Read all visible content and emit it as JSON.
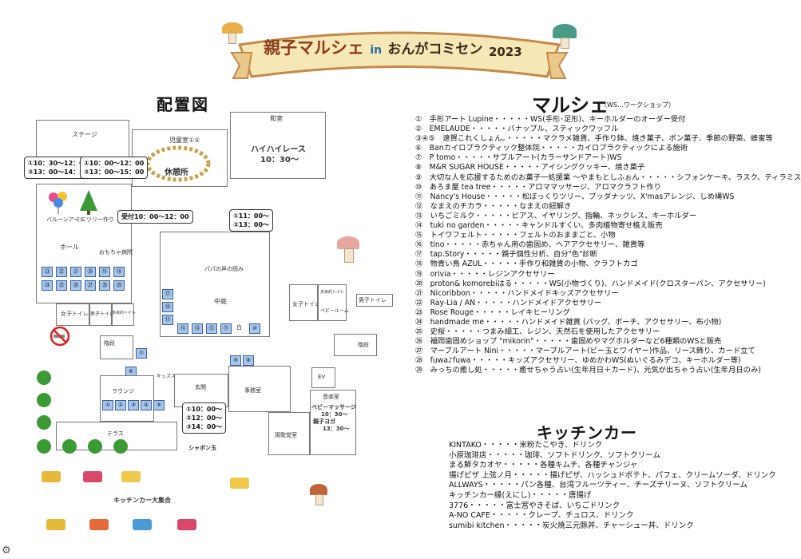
{
  "banner": {
    "title": "親子マルシェ",
    "in": "in",
    "place": "おんがコミセン",
    "year": "2023"
  },
  "map": {
    "title": "配置図",
    "rooms": {
      "stage": "ステージ",
      "washitsu": "和室",
      "jidoshitsu": "児童室①②",
      "kyukeijo": "休憩所",
      "hall": "ホール",
      "nakaniwa": "中庭",
      "joshi_toilet_l": "女子トイレ",
      "danshi_toilet_l": "男子トイレ",
      "tamokuteki_toilet": "多目的トイレ",
      "joshi_toilet_r": "女子トイレ",
      "tamokuteki_toilet_r": "多目的トイレ",
      "baby_room": "ベビールーム",
      "danshi_toilet_r": "男子トイレ",
      "kaidan_l": "階段",
      "kaidan_r": "階段",
      "lounge": "ラウンジ",
      "kids_space": "キッズスペース",
      "genkan": "玄関",
      "jimushitsu": "事務室",
      "ev": "EV",
      "ongakushitsu": "音楽室",
      "terrace": "テラス",
      "genshokan": "現歌覚室",
      "kitchen_car": "キッチンカー大集合"
    },
    "labels": {
      "balloon_art": "バルーンアート",
      "mini_tree": "ミニツリー作り",
      "omochabazaar": "おもちゃ病院",
      "hainhai_race_title": "ハイハイレース",
      "hainhai_race_time": "10：30～",
      "story_event": "パパの声の読み",
      "shabondama": "シャボン玉",
      "baby_massage_1": "ベビーマッサージ",
      "baby_massage_2": "10：30～",
      "baby_massage_3": "親子ヨガ",
      "baby_massage_4": "13：30～",
      "white_marker": "白"
    },
    "bubbles": {
      "hall_times": [
        "①10：30～12：00",
        "②13：00～14：30"
      ],
      "stage_times": [
        "①10：00～12：00",
        "②13：00～15：00"
      ],
      "reception": "受付10：00～12：00",
      "nakaniwa_times": [
        "①11：00～",
        "②13：00～"
      ],
      "terrace_times": [
        "①10：00～",
        "②12：00～",
        "③14：00～"
      ]
    },
    "hall_booths_row1": [
      "㉓",
      "㉒",
      "㉑",
      "⑳",
      "⑲",
      "⑱"
    ],
    "hall_booths_row2": [
      "㉔",
      "㉕",
      "㉖",
      "㉗",
      "㉘",
      "㉙"
    ],
    "nakaniwa_left": [
      "⑰",
      "⑯",
      "⑮"
    ],
    "nakaniwa_row": [
      "⑭",
      "⑬",
      "⑫",
      "⑪",
      "⑩"
    ],
    "nakaniwa_right": [
      "⑨",
      "⑧"
    ],
    "lounge_row": [
      "①",
      "②",
      "③",
      "④",
      "⑤"
    ],
    "single_booths": {
      "b6": "⑥",
      "b7": "⑦"
    }
  },
  "marche": {
    "title": "マルシェ",
    "subtitle": "（WS…ワークショップ）",
    "items": [
      "①　手形アート Lupine・・・・・WS(手形･足形)、キーホルダーのオーダー受付",
      "②　EMELAUDE・・・・・バナップル、スティックワッフル",
      "③④⑤　遠賀これくしょん。・・・・・マクラメ雑貨、手作り鉢、焼き菓子、ポン菓子、季節の野菜、蜂蜜等",
      "⑥　Banカイロプラクティック整体院・・・・・カイロプラクティックによる施術",
      "⑦　P tomo・・・・・サブルアート(カラーサンドアート)WS",
      "⑧　M&R SUGAR HOUSE・・・・・アイシングクッキー、焼き菓子",
      "⑨　大切な人を応援するためのお菓子一処援業 〜やまもとしふぉん・・・・・シフォンケーキ、ラスク、ティラミス",
      "⑩　あろま屋 tea tree・・・・・アロママッサージ、アロマクラフト作り",
      "⑪　Nancy's House・・・・・松ぼっくりツリー、ブッダナッツ、X'masアレンジ、しめ縄WS",
      "⑫　なまえのチカラ・・・・・なまえの紐解き",
      "⑬　いちごミルク・・・・・ピアス、イヤリング、指輪、ネックレス、キーホルダー",
      "⑭　tuki no garden・・・・・キャンドルすくい、多肉植物寄せ植え販売",
      "⑮　トイワフェルト・・・・・フェルトのおままごと、小物",
      "⑯　tino・・・・・赤ちゃん用の歯固め、ヘアアクセサリー、雑貨等",
      "⑰　tap.Story・・・・・親子個性分析、自分\"色\"診断",
      "⑱　物青い鳥 AZUL・・・・・手作り和雑貨の小物、クラフトカゴ",
      "⑲　orivia・・・・・レジンアクセサリー",
      "⑳　proton& komorebiはる・・・・・WS(小物づくり)、ハンドメイド(クロスターパン、アクセサリー)",
      "㉑　Nicoribbon・・・・・ハンドメイドキッズアクセサリー",
      "㉒　Ray-Lia / AN・・・・・ハンドメイドアクセサリー",
      "㉓　Rose Rouge・・・・・レイキヒーリング",
      "㉔　handmade me・・・・・ハンドメイド雑貨 (バッグ、ポーチ、アクセサリー、布小物)",
      "㉕　史桜・・・・・つまみ細工、レジン、天然石を使用したアクセサリー",
      "㉖　福岡歯固めショップ \"mikorin\"・・・・・歯固めやマグホルダーなど6種類のWSと販売",
      "㉗　マーブルアート Nini・・・・・マーブルアート(ビー玉とワイヤー)作品、リース飾り、カード立て",
      "㉘　fuwa♪fuwa・・・・・キッズアクセサリー、ゆめかわWS(ぬいぐるみデコ、キーホルダー等)",
      "㉙　みっちの癒し処・・・・・癒せちゃう占い(生年月日＋カード)、元気が出ちゃう占い(生年月日のみ)"
    ]
  },
  "kitchen": {
    "title": "キッチンカー",
    "items": [
      "KINTAKO・・・・・米粉たこやき、ドリンク",
      "小原珈琲店・・・・・珈琲、ソフトドリンク、ソフトクリーム",
      "まる鮮タカオヤ・・・・・各種キムチ、各種チャンジャ",
      "揚げピザ 上弦ノ月・・・・・揚げピザ、ハッシュドポテト、パフェ、クリームソーダ、ドリンク",
      "ALLWAYS・・・・・パン各種、台湾フルーツティー、チーズテリーヌ、ソフトクリーム",
      "キッチンカー縁(えにし)・・・・・唐揚げ",
      "3776・・・・・富士宮やきそば、いちごドリンク",
      "A-NO CAFE・・・・・クレープ、チュロス、ドリンク",
      "sumibi kitchen・・・・・炭火焼三元豚丼、チャーシュー丼、ドリンク"
    ]
  },
  "colors": {
    "booth_fill": "#a7c7ee",
    "banner_fill": "#f6e7b7",
    "banner_border": "#c48a4a"
  }
}
